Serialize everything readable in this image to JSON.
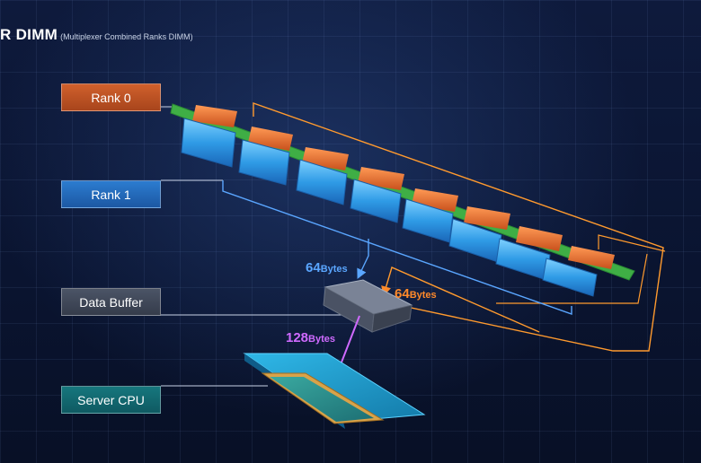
{
  "header": {
    "title": "R DIMM",
    "subtitle": "(Multiplexer Combined Ranks DIMM)"
  },
  "labels": {
    "rank0": "Rank 0",
    "rank1": "Rank 1",
    "data_buffer": "Data Buffer",
    "server_cpu": "Server CPU"
  },
  "bandwidth": {
    "rank1_to_buffer": {
      "value": "64",
      "unit": "Bytes"
    },
    "rank0_to_buffer": {
      "value": "64",
      "unit": "Bytes"
    },
    "buffer_to_cpu": {
      "value": "128",
      "unit": "Bytes"
    }
  },
  "colors": {
    "rank0": "#d0602c",
    "rank1": "#2c7cd0",
    "data_buffer": "#4b5466",
    "server_cpu": "#16777d",
    "rank0_line": "#ff9a2e",
    "rank1_line": "#5aa6ff",
    "cpu_arrow": "#cf6aff",
    "pcb": "#3fae45"
  }
}
